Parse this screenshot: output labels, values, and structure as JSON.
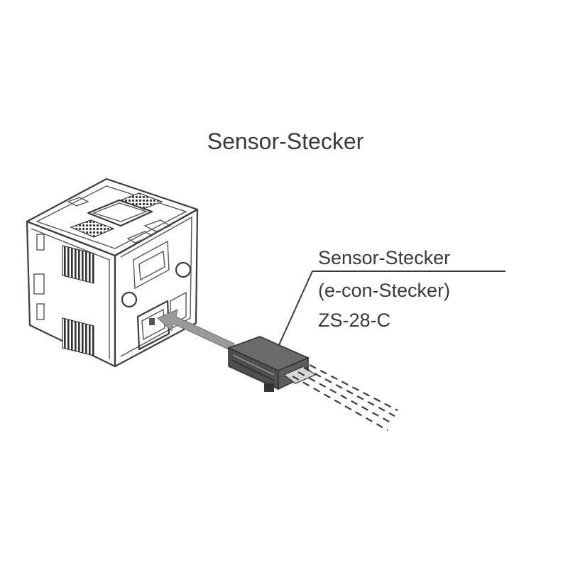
{
  "diagram": {
    "title": "Sensor-Stecker",
    "callout": {
      "line1": "Sensor-Stecker",
      "line2": "(e-con-Stecker)",
      "line3": "ZS-28-C"
    },
    "colors": {
      "line": "#3c3c3c",
      "text": "#3a3a3a",
      "connector_body": "#5a5a5a",
      "arrow": "#9a9a9a"
    }
  }
}
